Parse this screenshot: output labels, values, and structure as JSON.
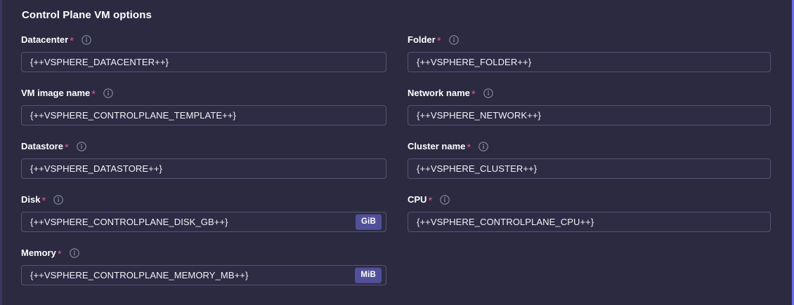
{
  "panel": {
    "title": "Control Plane VM options",
    "background_color": "#2b2a41",
    "accent_color": "#6b6bf0",
    "required_marker_color": "#dd5497",
    "unit_badge_color": "#52509a",
    "input_border_color": "#565472"
  },
  "icons": {
    "info": "info-circle-icon"
  },
  "markers": {
    "required": "*"
  },
  "fields": {
    "datacenter": {
      "label": "Datacenter",
      "required": "*",
      "value": "{++VSPHERE_DATACENTER++}",
      "unit": ""
    },
    "folder": {
      "label": "Folder",
      "required": "*",
      "value": "{++VSPHERE_FOLDER++}",
      "unit": ""
    },
    "vm_image_name": {
      "label": "VM image name",
      "required": "*",
      "value": "{++VSPHERE_CONTROLPLANE_TEMPLATE++}",
      "unit": ""
    },
    "network_name": {
      "label": "Network name",
      "required": "*",
      "value": "{++VSPHERE_NETWORK++}",
      "unit": ""
    },
    "datastore": {
      "label": "Datastore",
      "required": "*",
      "value": "{++VSPHERE_DATASTORE++}",
      "unit": ""
    },
    "cluster_name": {
      "label": "Cluster name",
      "required": "*",
      "value": "{++VSPHERE_CLUSTER++}",
      "unit": ""
    },
    "disk": {
      "label": "Disk",
      "required": "*",
      "value": "{++VSPHERE_CONTROLPLANE_DISK_GB++}",
      "unit": "GiB"
    },
    "cpu": {
      "label": "CPU",
      "required": "*",
      "value": "{++VSPHERE_CONTROLPLANE_CPU++}",
      "unit": ""
    },
    "memory": {
      "label": "Memory",
      "required": "*",
      "value": "{++VSPHERE_CONTROLPLANE_MEMORY_MB++}",
      "unit": "MiB"
    }
  }
}
